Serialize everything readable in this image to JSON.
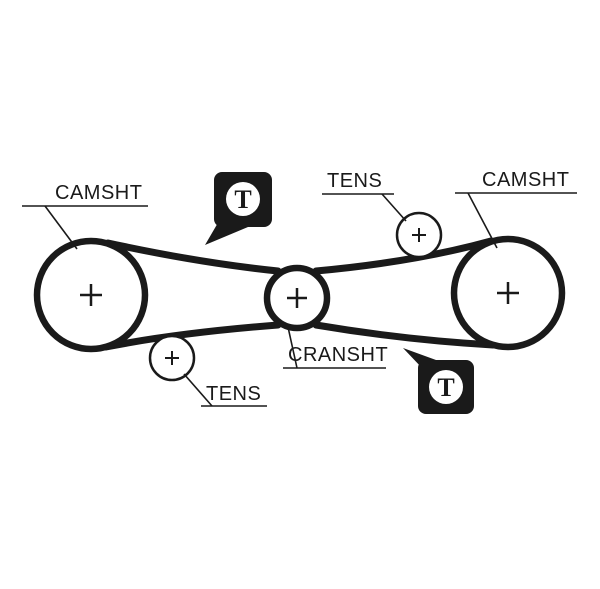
{
  "diagram": {
    "type": "timing-belt-routing",
    "background_color": "#ffffff",
    "line_color": "#1a1a1a",
    "labels": {
      "camshaft_left": "CAMSHT",
      "camshaft_right": "CAMSHT",
      "tensioner_top": "TENS",
      "tensioner_bottom": "TENS",
      "crankshaft": "CRANSHT"
    },
    "timing_mark": {
      "letter": "T",
      "count": 2
    },
    "icons": {
      "center_mark": "plus-cross"
    }
  }
}
